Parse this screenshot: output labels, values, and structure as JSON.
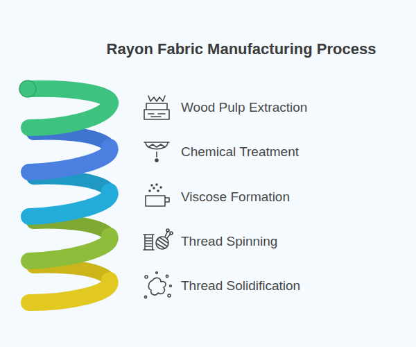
{
  "diagram": {
    "title": "Rayon Fabric Manufacturing Process",
    "labels": [
      "Wood Pulp Extraction",
      "Chemical Treatment",
      "Viscose Formation",
      "Thread Spinning",
      "Thread Solidification"
    ]
  }
}
